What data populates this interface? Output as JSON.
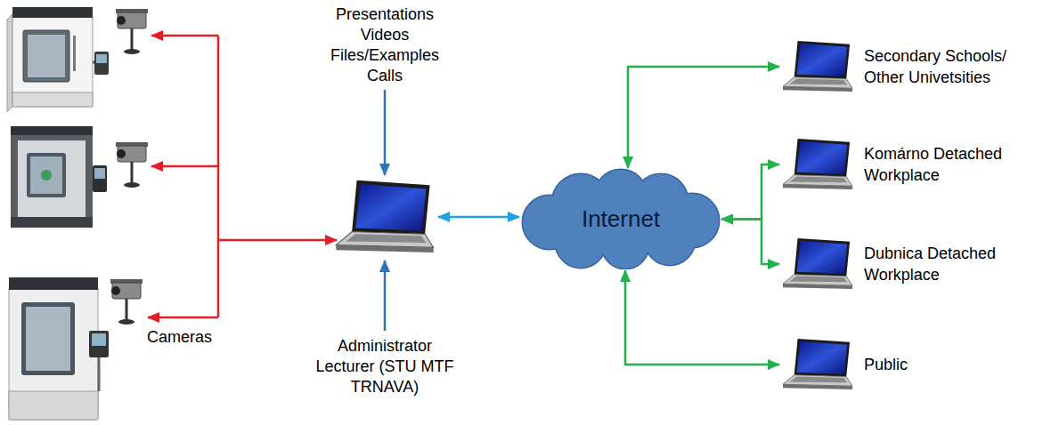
{
  "diagram": {
    "nodes": [
      {
        "text": [
          "Presentations Videos Files/Examples Calls",
          "Administrator Lecturer (STU MTF TRNAVA)"
        ]
      },
      {
        "text": [
          "Internet"
        ]
      },
      {
        "text": [
          "Secondary Schools/ Other Univetsities"
        ]
      },
      {
        "text": [
          "Komárno Detached Workplace"
        ]
      },
      {
        "text": [
          "Dubnica Detached Workplace"
        ]
      },
      {
        "text": [
          "Public"
        ]
      }
    ],
    "edges": [
      {
        "from": 0,
        "to": 1,
        "arrow": "both"
      },
      {
        "from": 1,
        "to": 2,
        "arrow": "both"
      },
      {
        "from": 1,
        "to": 3,
        "arrow": "both"
      },
      {
        "from": 1,
        "to": 4,
        "arrow": "both"
      },
      {
        "from": 1,
        "to": 5,
        "arrow": "both"
      }
    ],
    "labels": [
      "Cameras"
    ]
  }
}
